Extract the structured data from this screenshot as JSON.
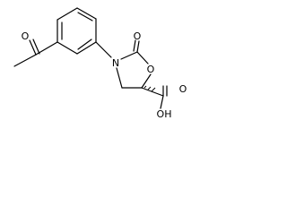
{
  "structure": {
    "atom_labels": {
      "ring_nitrogen": "N",
      "carbonyl_oxygen": "O",
      "ring_oxygen": "O",
      "acid_carbonyl_oxygen": "O",
      "hydroxyl": "OH"
    },
    "colors": {
      "bond": "#000000",
      "background": "#ffffff"
    }
  }
}
